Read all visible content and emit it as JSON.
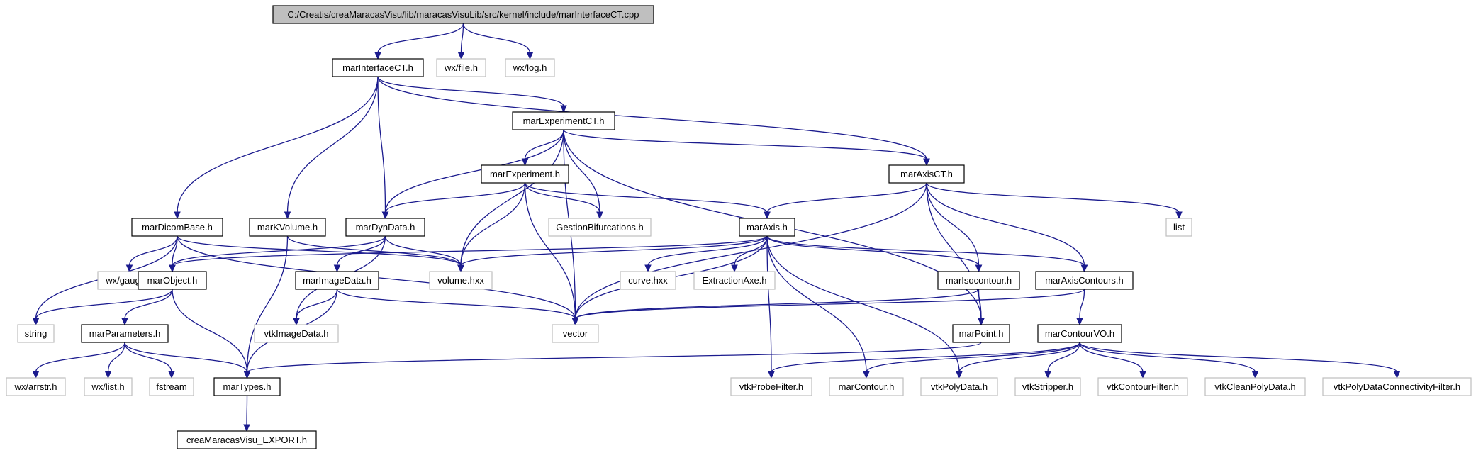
{
  "graph": {
    "root": "C:/Creatis/creaMaracasVisu/lib/maracasVisuLib/src/kernel/include/marInterfaceCT.cpp",
    "nodes": {
      "root": {
        "label": "C:/Creatis/creaMaracasVisu/lib/maracasVisuLib/src/kernel/include/marInterfaceCT.cpp",
        "kind": "root"
      },
      "marInterfaceCT": {
        "label": "marInterfaceCT.h",
        "kind": "documented"
      },
      "wxfile": {
        "label": "wx/file.h",
        "kind": "external"
      },
      "wxlog": {
        "label": "wx/log.h",
        "kind": "external"
      },
      "marExperimentCT": {
        "label": "marExperimentCT.h",
        "kind": "documented"
      },
      "marExperiment": {
        "label": "marExperiment.h",
        "kind": "documented"
      },
      "marAxisCT": {
        "label": "marAxisCT.h",
        "kind": "documented"
      },
      "marDicomBase": {
        "label": "marDicomBase.h",
        "kind": "documented"
      },
      "marKVolume": {
        "label": "marKVolume.h",
        "kind": "documented"
      },
      "marDynData": {
        "label": "marDynData.h",
        "kind": "documented"
      },
      "GestionBifurcations": {
        "label": "GestionBifurcations.h",
        "kind": "external"
      },
      "marAxis": {
        "label": "marAxis.h",
        "kind": "documented"
      },
      "list": {
        "label": "list",
        "kind": "external"
      },
      "wxgauge": {
        "label": "wx/gauge.h",
        "kind": "external"
      },
      "marObject": {
        "label": "marObject.h",
        "kind": "documented"
      },
      "volumehxx": {
        "label": "volume.hxx",
        "kind": "external"
      },
      "curvehxx": {
        "label": "curve.hxx",
        "kind": "external"
      },
      "ExtractionAxe": {
        "label": "ExtractionAxe.h",
        "kind": "external"
      },
      "marIsocontour": {
        "label": "marIsocontour.h",
        "kind": "documented"
      },
      "marAxisContours": {
        "label": "marAxisContours.h",
        "kind": "documented"
      },
      "marImageData": {
        "label": "marImageData.h",
        "kind": "documented"
      },
      "string": {
        "label": "string",
        "kind": "external"
      },
      "marParameters": {
        "label": "marParameters.h",
        "kind": "documented"
      },
      "vtkImageData": {
        "label": "vtkImageData.h",
        "kind": "external"
      },
      "vector": {
        "label": "vector",
        "kind": "external"
      },
      "marPoint": {
        "label": "marPoint.h",
        "kind": "documented"
      },
      "marContourVO": {
        "label": "marContourVO.h",
        "kind": "documented"
      },
      "wxarrstr": {
        "label": "wx/arrstr.h",
        "kind": "external"
      },
      "wxlist": {
        "label": "wx/list.h",
        "kind": "external"
      },
      "fstream": {
        "label": "fstream",
        "kind": "external"
      },
      "marTypes": {
        "label": "marTypes.h",
        "kind": "documented"
      },
      "vtkProbeFilter": {
        "label": "vtkProbeFilter.h",
        "kind": "external"
      },
      "marContour": {
        "label": "marContour.h",
        "kind": "external"
      },
      "vtkPolyData": {
        "label": "vtkPolyData.h",
        "kind": "external"
      },
      "vtkStripper": {
        "label": "vtkStripper.h",
        "kind": "external"
      },
      "vtkContourFilter": {
        "label": "vtkContourFilter.h",
        "kind": "external"
      },
      "vtkCleanPolyData": {
        "label": "vtkCleanPolyData.h",
        "kind": "external"
      },
      "vtkPolyDataConnectivityFilter": {
        "label": "vtkPolyDataConnectivityFilter.h",
        "kind": "external"
      },
      "creaMaracasVisuEXPORT": {
        "label": "creaMaracasVisu_EXPORT.h",
        "kind": "documented"
      }
    },
    "edges": [
      [
        "root",
        "marInterfaceCT"
      ],
      [
        "root",
        "wxfile"
      ],
      [
        "root",
        "wxlog"
      ],
      [
        "marInterfaceCT",
        "marExperimentCT"
      ],
      [
        "marInterfaceCT",
        "marAxisCT"
      ],
      [
        "marInterfaceCT",
        "marDicomBase"
      ],
      [
        "marInterfaceCT",
        "marKVolume"
      ],
      [
        "marInterfaceCT",
        "marDynData"
      ],
      [
        "marExperimentCT",
        "marExperiment"
      ],
      [
        "marExperimentCT",
        "marAxisCT"
      ],
      [
        "marExperimentCT",
        "marDynData"
      ],
      [
        "marExperimentCT",
        "GestionBifurcations"
      ],
      [
        "marExperimentCT",
        "volumehxx"
      ],
      [
        "marExperimentCT",
        "vector"
      ],
      [
        "marExperimentCT",
        "marPoint"
      ],
      [
        "marExperiment",
        "marDynData"
      ],
      [
        "marExperiment",
        "marAxis"
      ],
      [
        "marExperiment",
        "GestionBifurcations"
      ],
      [
        "marExperiment",
        "volumehxx"
      ],
      [
        "marExperiment",
        "vector"
      ],
      [
        "marAxisCT",
        "marAxis"
      ],
      [
        "marAxisCT",
        "list"
      ],
      [
        "marAxisCT",
        "marIsocontour"
      ],
      [
        "marAxisCT",
        "marAxisContours"
      ],
      [
        "marAxisCT",
        "vector"
      ],
      [
        "marAxisCT",
        "marPoint"
      ],
      [
        "marDicomBase",
        "string"
      ],
      [
        "marDicomBase",
        "wxgauge"
      ],
      [
        "marDicomBase",
        "marObject"
      ],
      [
        "marDicomBase",
        "volumehxx"
      ],
      [
        "marDicomBase",
        "vector"
      ],
      [
        "marKVolume",
        "volumehxx"
      ],
      [
        "marKVolume",
        "marTypes"
      ],
      [
        "marDynData",
        "marObject"
      ],
      [
        "marDynData",
        "volumehxx"
      ],
      [
        "marDynData",
        "marImageData"
      ],
      [
        "marDynData",
        "vtkImageData"
      ],
      [
        "marAxis",
        "marObject"
      ],
      [
        "marAxis",
        "volumehxx"
      ],
      [
        "marAxis",
        "curvehxx"
      ],
      [
        "marAxis",
        "ExtractionAxe"
      ],
      [
        "marAxis",
        "vector"
      ],
      [
        "marAxis",
        "marIsocontour"
      ],
      [
        "marAxis",
        "marAxisContours"
      ],
      [
        "marAxis",
        "vtkProbeFilter"
      ],
      [
        "marAxis",
        "marContour"
      ],
      [
        "marAxis",
        "vtkPolyData"
      ],
      [
        "marObject",
        "string"
      ],
      [
        "marObject",
        "marParameters"
      ],
      [
        "marObject",
        "marTypes"
      ],
      [
        "marImageData",
        "vtkImageData"
      ],
      [
        "marImageData",
        "vector"
      ],
      [
        "marImageData",
        "marTypes"
      ],
      [
        "marIsocontour",
        "vector"
      ],
      [
        "marIsocontour",
        "marPoint"
      ],
      [
        "marAxisContours",
        "vector"
      ],
      [
        "marAxisContours",
        "marContourVO"
      ],
      [
        "marParameters",
        "wxarrstr"
      ],
      [
        "marParameters",
        "wxlist"
      ],
      [
        "marParameters",
        "fstream"
      ],
      [
        "marParameters",
        "marTypes"
      ],
      [
        "marPoint",
        "marTypes"
      ],
      [
        "marContourVO",
        "vtkProbeFilter"
      ],
      [
        "marContourVO",
        "marContour"
      ],
      [
        "marContourVO",
        "vtkPolyData"
      ],
      [
        "marContourVO",
        "vtkStripper"
      ],
      [
        "marContourVO",
        "vtkContourFilter"
      ],
      [
        "marContourVO",
        "vtkCleanPolyData"
      ],
      [
        "marContourVO",
        "vtkPolyDataConnectivityFilter"
      ],
      [
        "marTypes",
        "creaMaracasVisuEXPORT"
      ]
    ]
  }
}
